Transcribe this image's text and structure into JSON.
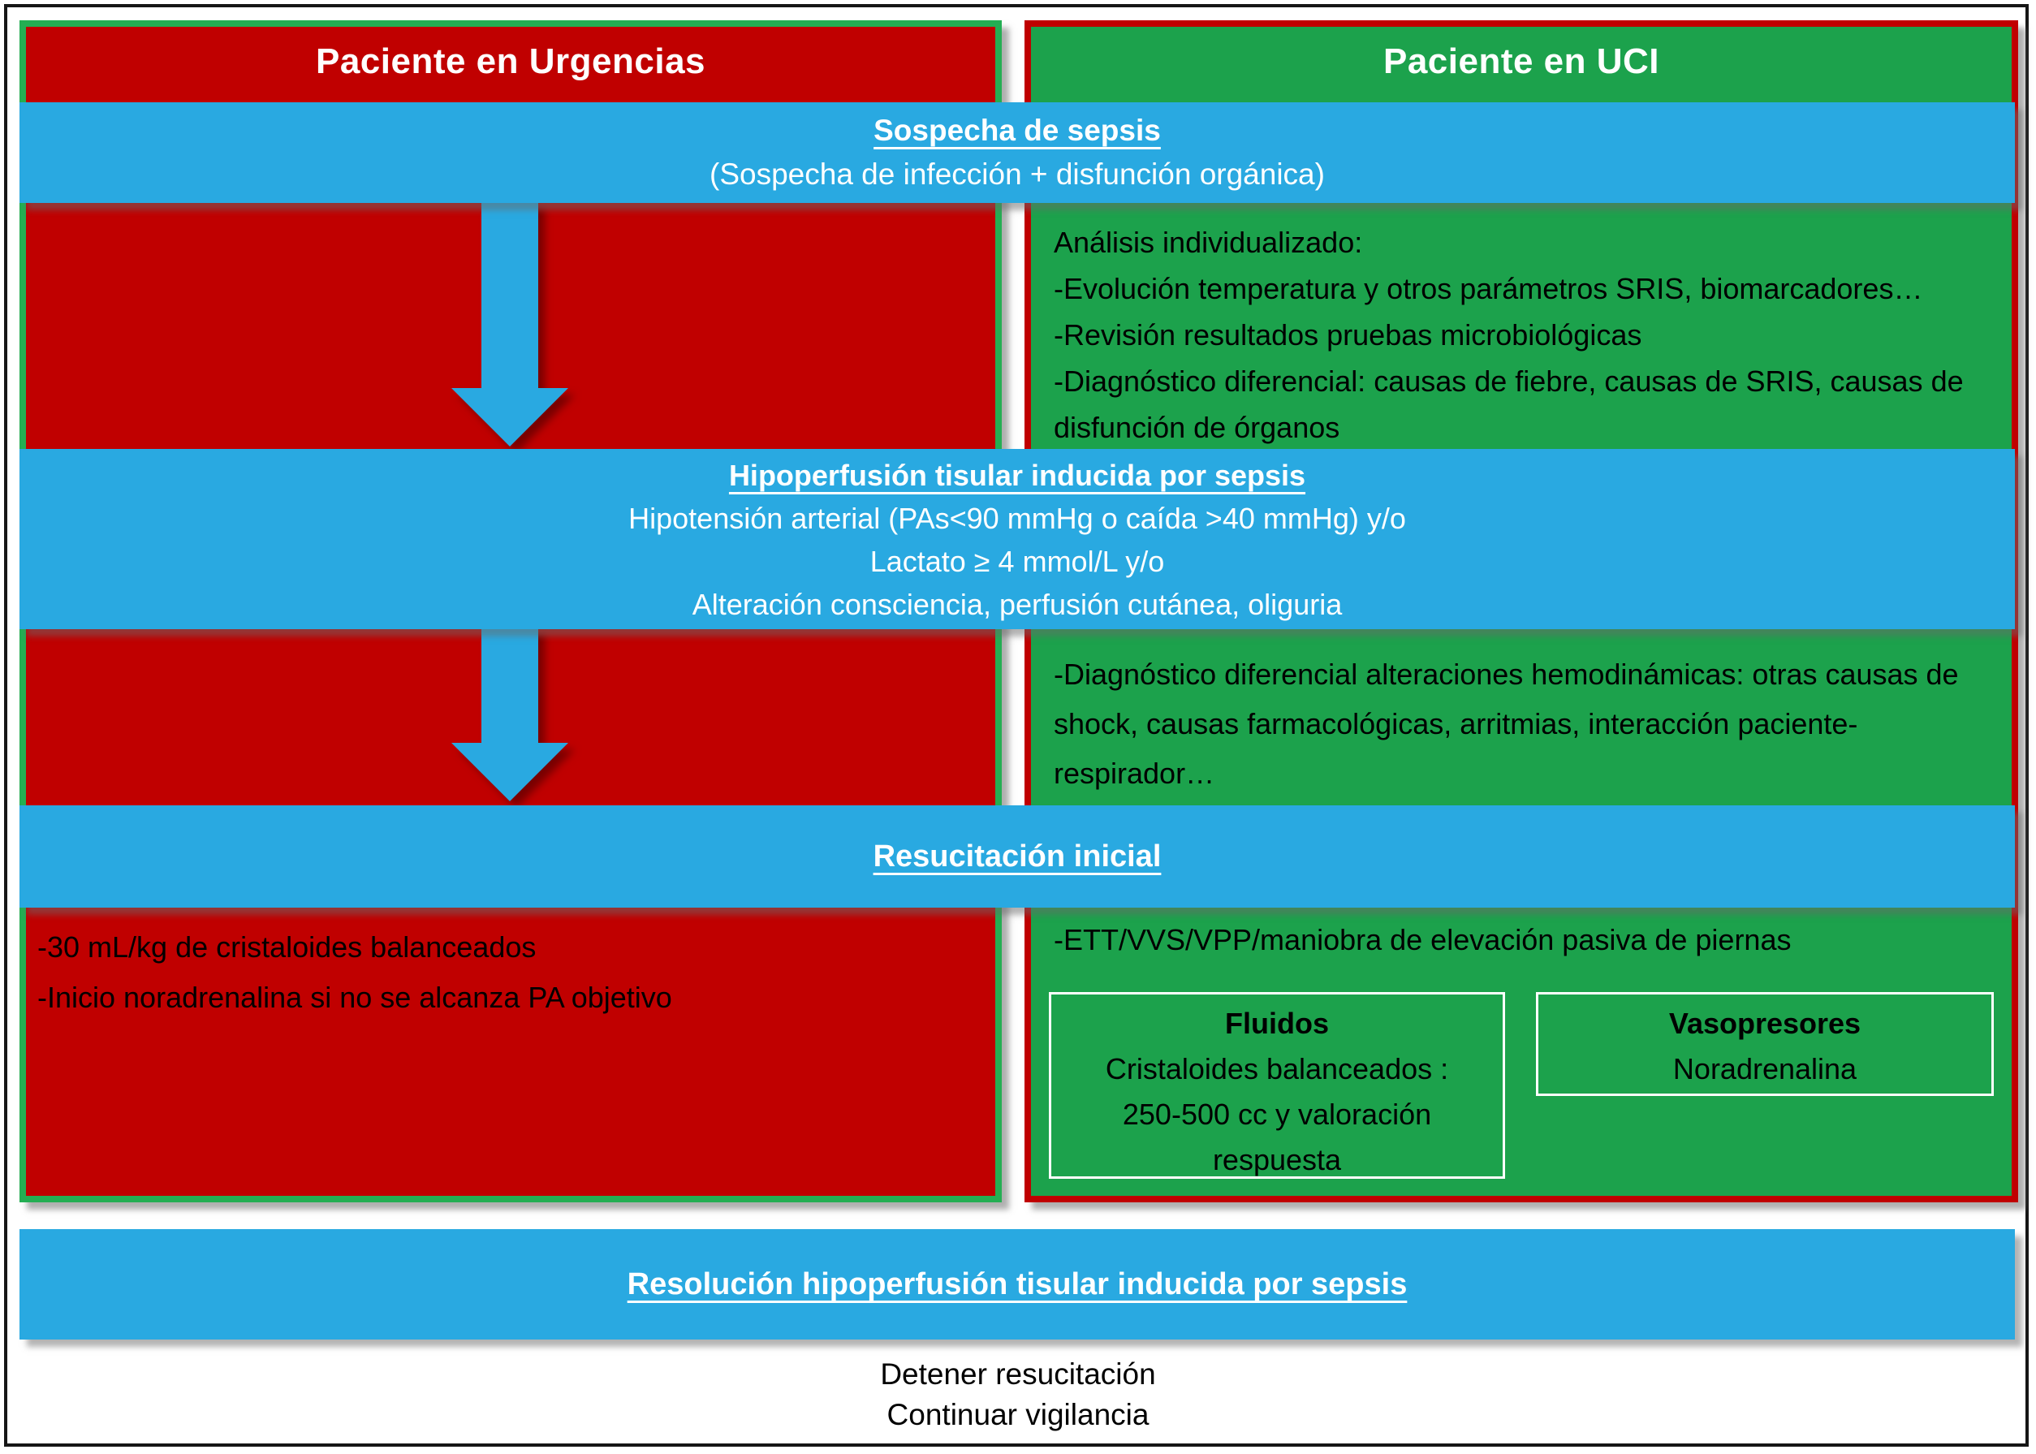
{
  "left_panel": {
    "title": "Paciente en Urgencias",
    "resuscitation_lines": [
      "-30 mL/kg de cristaloides balanceados",
      "-Inicio noradrenalina si no se alcanza PA objetivo"
    ]
  },
  "right_panel": {
    "title": "Paciente en UCI",
    "analysis_lines": [
      "Análisis individualizado:",
      "-Evolución temperatura y otros parámetros SRIS, biomarcadores…",
      "-Revisión resultados pruebas microbiológicas",
      "-Diagnóstico diferencial: causas de fiebre, causas de SRIS, causas de disfunción de órganos"
    ],
    "hemodynamic_text": "-Diagnóstico diferencial alteraciones hemodinámicas: otras causas de shock, causas farmacológicas, arritmias, interacción paciente-respirador…",
    "ett_text": "-ETT/VVS/VPP/maniobra de elevación pasiva de piernas",
    "fluids_box": {
      "title": "Fluidos",
      "line1": "Cristaloides balanceados :",
      "line2": "250-500 cc y valoración",
      "line3": "respuesta"
    },
    "vasopressors_box": {
      "title": "Vasopresores",
      "line1": "Noradrenalina"
    }
  },
  "bands": {
    "suspicion": {
      "title": "Sospecha de sepsis",
      "subtitle": "(Sospecha de infección + disfunción orgánica)"
    },
    "hypoperfusion": {
      "title": "Hipoperfusión tisular inducida por sepsis",
      "line1": "Hipotensión arterial (PAs<90 mmHg o caída >40 mmHg) y/o",
      "line2": "Lactato  ≥ 4 mmol/L  y/o",
      "line3": "Alteración consciencia, perfusión cutánea, oliguria"
    },
    "resuscitation": {
      "title": "Resucitación inicial"
    },
    "resolution": {
      "title": "Resolución hipoperfusión tisular inducida por sepsis"
    }
  },
  "footer": {
    "line1": "Detener resucitación",
    "line2": "Continuar vigilancia"
  },
  "colors": {
    "red_fill": "#C00000",
    "green_fill": "#1CA24C",
    "blue_band": "#29A9E1",
    "left_panel_border": "#24AE53",
    "right_panel_border": "#C00000",
    "band_text": "#FFFFFF",
    "body_text": "#000000"
  }
}
